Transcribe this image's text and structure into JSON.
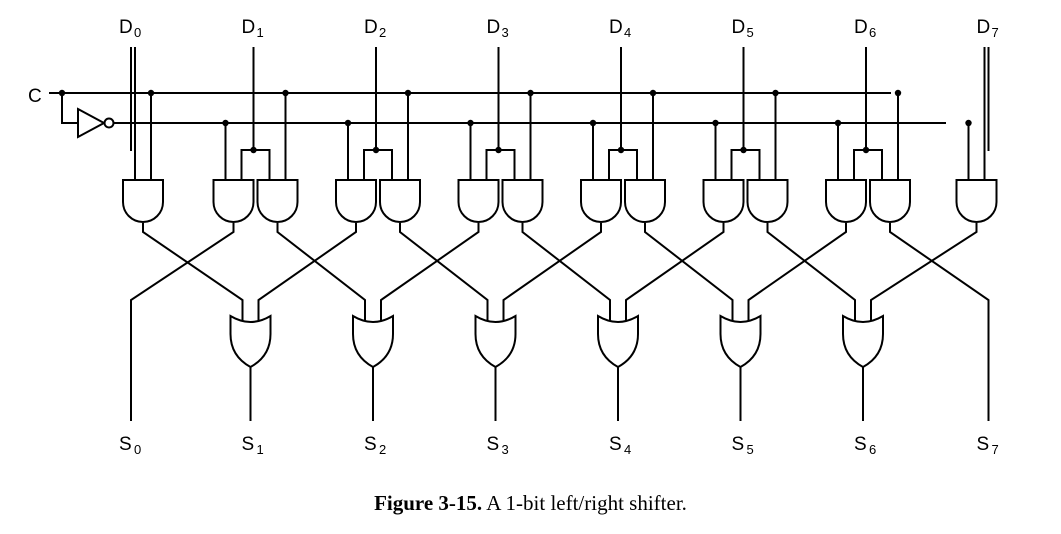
{
  "control_label": "C",
  "data_inputs": [
    {
      "letter": "D",
      "sub": "0"
    },
    {
      "letter": "D",
      "sub": "1"
    },
    {
      "letter": "D",
      "sub": "2"
    },
    {
      "letter": "D",
      "sub": "3"
    },
    {
      "letter": "D",
      "sub": "4"
    },
    {
      "letter": "D",
      "sub": "5"
    },
    {
      "letter": "D",
      "sub": "6"
    },
    {
      "letter": "D",
      "sub": "7"
    }
  ],
  "outputs": [
    {
      "letter": "S",
      "sub": "0"
    },
    {
      "letter": "S",
      "sub": "1"
    },
    {
      "letter": "S",
      "sub": "2"
    },
    {
      "letter": "S",
      "sub": "3"
    },
    {
      "letter": "S",
      "sub": "4"
    },
    {
      "letter": "S",
      "sub": "5"
    },
    {
      "letter": "S",
      "sub": "6"
    },
    {
      "letter": "S",
      "sub": "7"
    }
  ],
  "caption": {
    "label": "Figure 3-15.",
    "text": "A 1-bit left/right shifter."
  }
}
